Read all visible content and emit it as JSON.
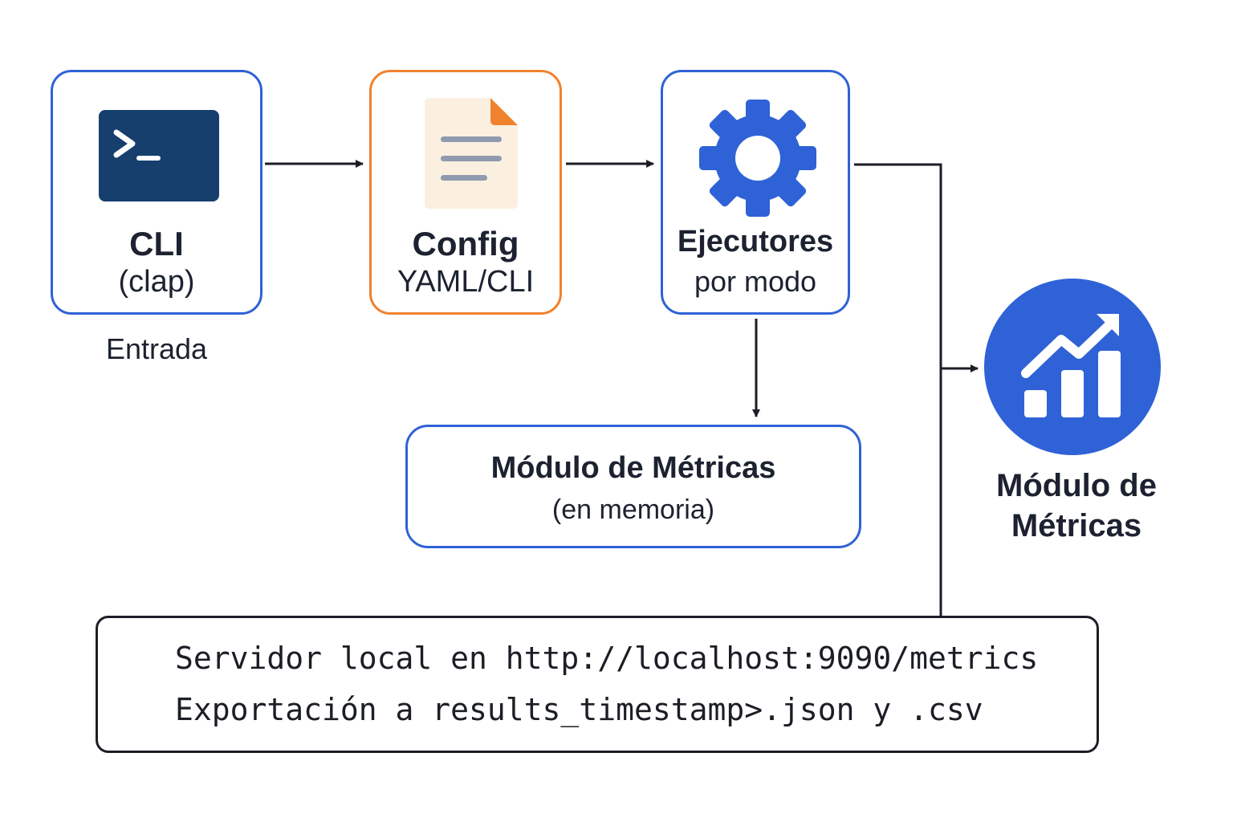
{
  "nodes": {
    "cli": {
      "title": "CLI",
      "subtitle": "(clap)",
      "caption": "Entrada"
    },
    "config": {
      "title": "Config",
      "subtitle": "YAML/CLI"
    },
    "executors": {
      "title": "Ejecutores",
      "subtitle": "por modo"
    },
    "metrics_memory": {
      "title": "Módulo de Métricas",
      "subtitle": "(en memoria)"
    },
    "metrics_module": {
      "title_line_1": "Módulo de",
      "title_line_2": "Métricas"
    }
  },
  "output_box": {
    "line_1": "Servidor local en http://localhost:9090/metrics",
    "line_2": "Exportación a results_timestamp>.json y .csv"
  },
  "icons": {
    "cli": "terminal-icon",
    "config": "document-icon",
    "executors": "gear-icon",
    "metrics_module": "chart-trend-icon"
  },
  "colors": {
    "primary_blue": "#2f62d6",
    "accent_orange": "#f0822e",
    "terminal_navy": "#163f6e",
    "document_paper": "#fbf0e0",
    "text_dark": "#1c2230"
  }
}
